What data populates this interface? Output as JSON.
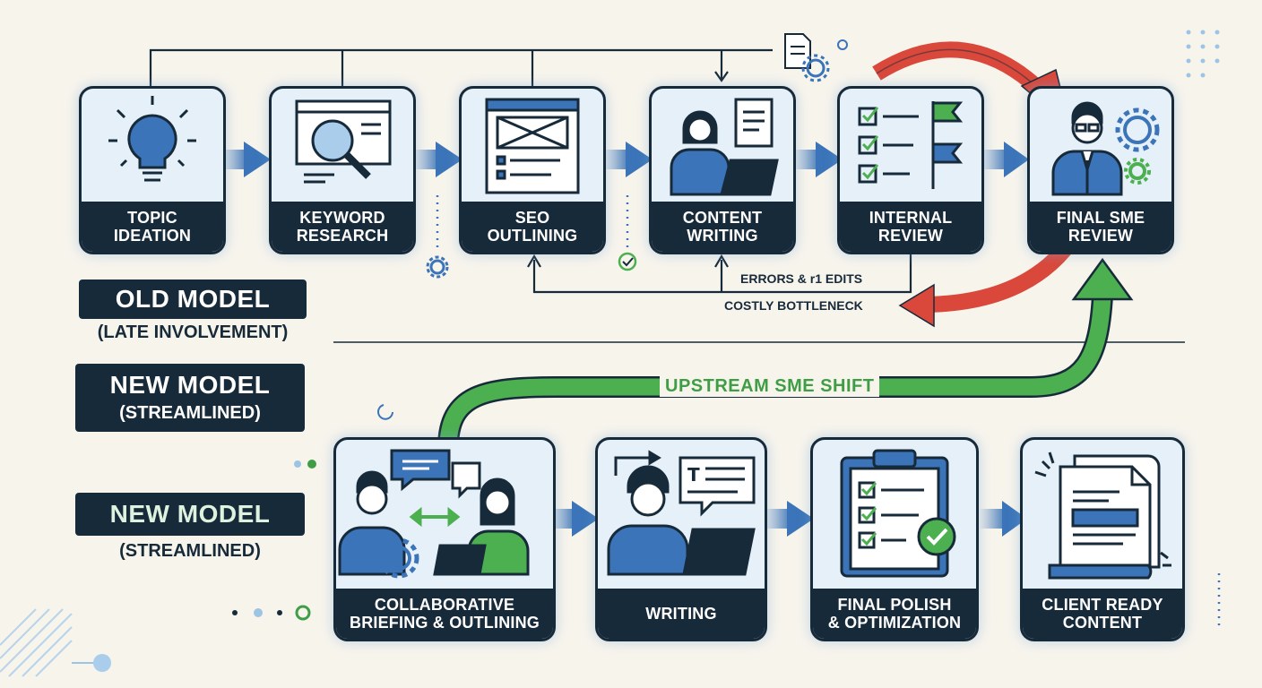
{
  "old_model": {
    "title": "OLD MODEL",
    "subtitle": "(LATE INVOLVEMENT)",
    "steps": [
      {
        "line1": "TOPIC",
        "line2": "IDEATION"
      },
      {
        "line1": "KEYWORD",
        "line2": "RESEARCH"
      },
      {
        "line1": "SEO",
        "line2": "OUTLINING"
      },
      {
        "line1": "CONTENT",
        "line2": "WRITING"
      },
      {
        "line1": "INTERNAL",
        "line2": "REVIEW"
      },
      {
        "line1": "FINAL SME",
        "line2": "REVIEW"
      }
    ],
    "feedback_note_1": "ERRORS & r1 EDITS",
    "feedback_note_2": "COSTLY BOTTLENECK"
  },
  "new_model": {
    "title": "NEW MODEL",
    "subtitle": "(STREAMLINED)",
    "title_alt": "NEW MODEL",
    "subtitle_alt": "(STREAMLINED)",
    "shift_label": "UPSTREAM SME SHIFT",
    "steps": [
      {
        "line1": "COLLABORATIVE",
        "line2": "BRIEFING & OUTLINING"
      },
      {
        "line1": "WRITING",
        "line2": ""
      },
      {
        "line1": "FINAL POLISH",
        "line2": "& OPTIMIZATION"
      },
      {
        "line1": "CLIENT READY",
        "line2": "CONTENT"
      }
    ]
  },
  "colors": {
    "navy": "#172a3a",
    "card_fill": "#e6f0f9",
    "blue": "#3b74b8",
    "red": "#d9483b",
    "green": "#4caf50",
    "background": "#f7f4ec"
  },
  "icons": [
    "lightbulb-icon",
    "magnifier-icon",
    "outline-doc-icon",
    "writer-laptop-icon",
    "checklist-flags-icon",
    "sme-gear-icon",
    "collaboration-icon",
    "writer-chat-icon",
    "clipboard-check-icon",
    "document-icon"
  ]
}
